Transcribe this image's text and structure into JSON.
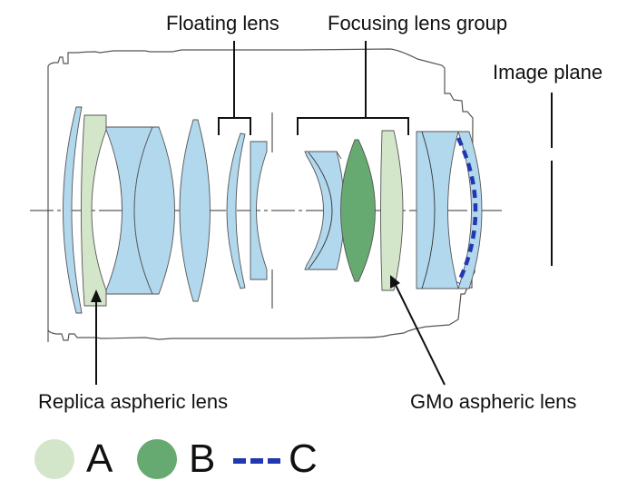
{
  "diagram": {
    "type": "lens-cross-section",
    "labels": {
      "floating_lens": "Floating lens",
      "focusing_group": "Focusing lens group",
      "image_plane": "Image plane",
      "replica_aspheric": "Replica aspheric lens",
      "gmo_aspheric": "GMo aspheric lens"
    },
    "legend": [
      {
        "key": "A",
        "marker": "filled-circle",
        "color": "#d4e6c9"
      },
      {
        "key": "B",
        "marker": "filled-circle",
        "color": "#66aa72"
      },
      {
        "key": "C",
        "marker": "dashed-line",
        "color": "#2237b0"
      }
    ],
    "colors": {
      "standard_glass": "#b2d8ee",
      "type_a": "#d4e6c9",
      "type_b": "#66aa72",
      "type_c_dash": "#2237b0",
      "outline": "#555555",
      "barrel": "#5a5550",
      "axis": "#333333"
    },
    "elements": [
      {
        "id": 1,
        "kind": "meniscus",
        "material": "standard"
      },
      {
        "id": 2,
        "kind": "replica-aspheric",
        "material": "A"
      },
      {
        "id": 3,
        "kind": "cemented-doublet",
        "material": "standard"
      },
      {
        "id": 4,
        "kind": "biconvex",
        "material": "standard"
      },
      {
        "id": 5,
        "kind": "meniscus",
        "material": "standard",
        "group": "floating"
      },
      {
        "id": 6,
        "kind": "plano-concave",
        "material": "standard",
        "group": "floating"
      },
      {
        "id": 7,
        "kind": "cemented-meniscus",
        "material": "standard",
        "group": "focusing"
      },
      {
        "id": 8,
        "kind": "biconvex",
        "material": "B",
        "group": "focusing"
      },
      {
        "id": 9,
        "kind": "gmo-aspheric",
        "material": "A",
        "group": "focusing"
      },
      {
        "id": 10,
        "kind": "rear-cemented-group",
        "material": "standard",
        "aspheric_surface": "C"
      }
    ]
  }
}
